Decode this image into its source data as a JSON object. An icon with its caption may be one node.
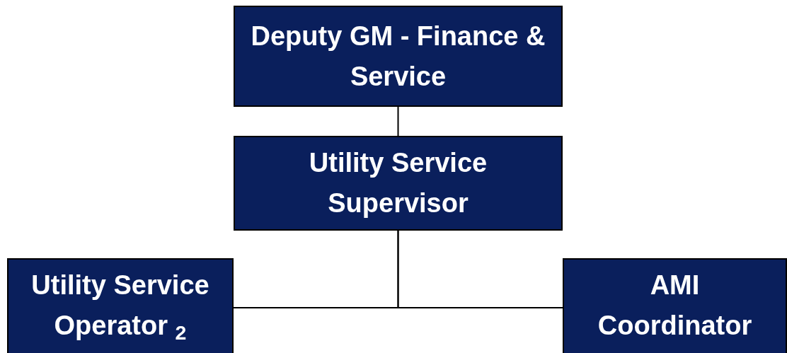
{
  "diagram": {
    "nodes": [
      {
        "text": [
          "Deputy GM - Finance & Service"
        ]
      },
      {
        "text": [
          "Utility Service Supervisor"
        ]
      },
      {
        "text": [
          "Utility Service Operator $_{2}$"
        ]
      },
      {
        "text": [
          "AMI Coordinator"
        ]
      }
    ],
    "edges": [
      {
        "from": 0,
        "to": 1,
        "arrow": "none"
      },
      {
        "from": 1,
        "to": 2,
        "arrow": "none"
      },
      {
        "from": 1,
        "to": 3,
        "arrow": "none"
      }
    ]
  }
}
